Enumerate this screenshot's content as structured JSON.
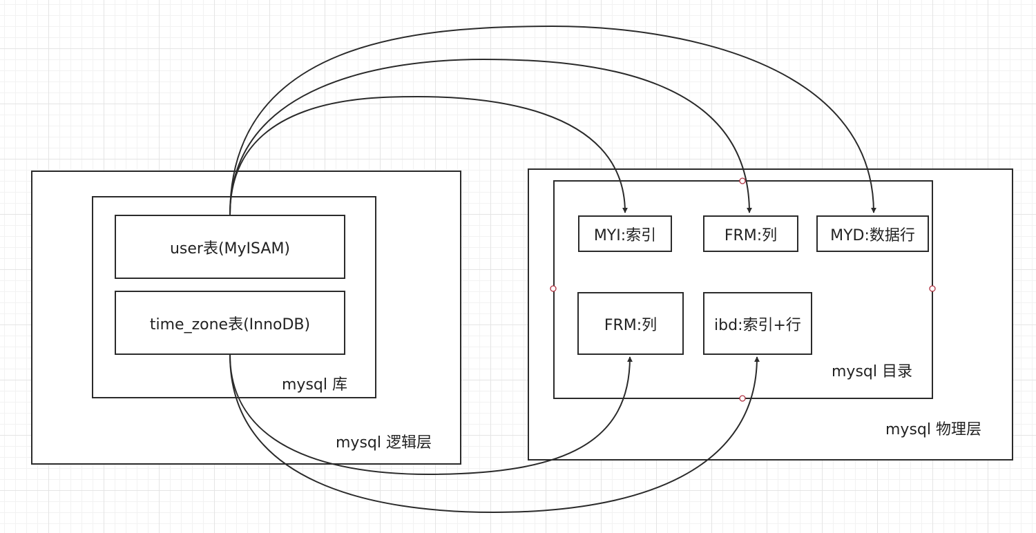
{
  "logical_layer": {
    "label": "mysql 逻辑层",
    "database": {
      "label": "mysql 库",
      "tables": [
        "user表(MyISAM)",
        "time_zone表(InnoDB)"
      ]
    }
  },
  "physical_layer": {
    "label": "mysql 物理层",
    "directory": {
      "label": "mysql 目录",
      "myisam_files": [
        "MYI:索引",
        "FRM:列",
        "MYD:数据行"
      ],
      "innodb_files": [
        "FRM:列",
        "ibd:索引+行"
      ]
    }
  },
  "edges": [
    {
      "from": "user表(MyISAM)",
      "to": "MYI:索引"
    },
    {
      "from": "user表(MyISAM)",
      "to": "FRM:列"
    },
    {
      "from": "user表(MyISAM)",
      "to": "MYD:数据行"
    },
    {
      "from": "time_zone表(InnoDB)",
      "to": "FRM:列"
    },
    {
      "from": "time_zone表(InnoDB)",
      "to": "ibd:索引+行"
    }
  ],
  "colors": {
    "stroke": "#2a2a2a",
    "pin": "#b03040"
  }
}
